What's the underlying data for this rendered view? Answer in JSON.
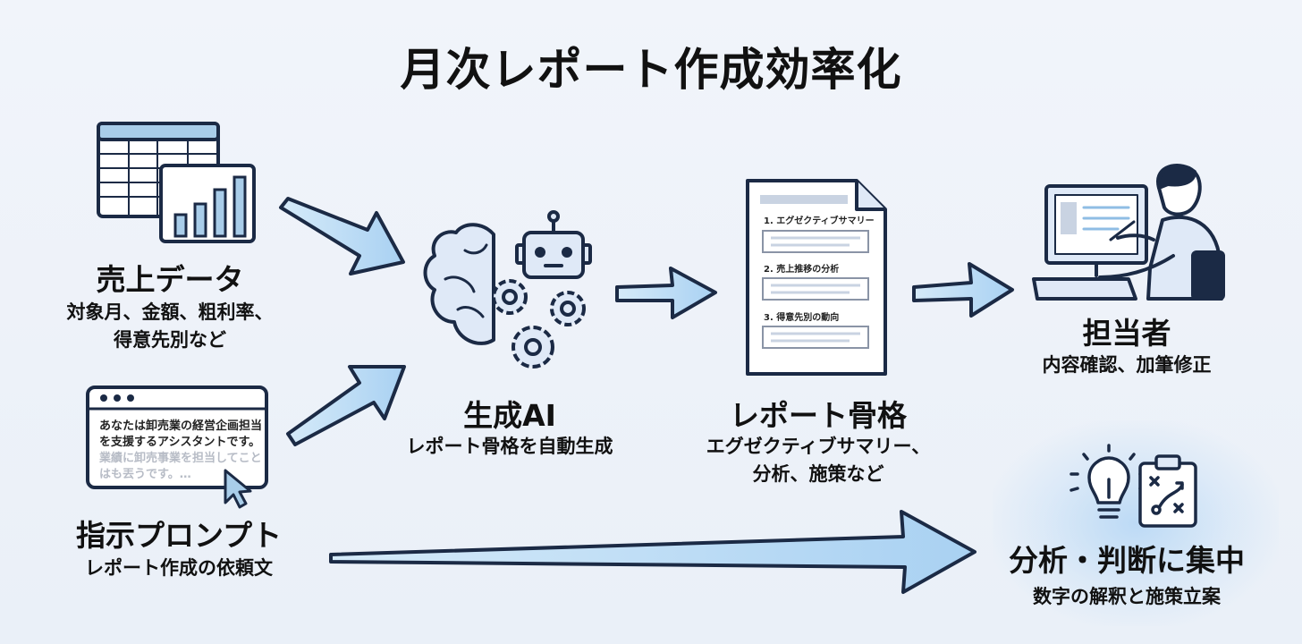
{
  "title": "月次レポート作成効率化",
  "nodes": {
    "sales": {
      "title": "売上データ",
      "desc1": "対象月、金額、粗利率、",
      "desc2": "得意先別など"
    },
    "prompt": {
      "title": "指示プロンプト",
      "desc": "レポート作成の依頼文",
      "lines": [
        "あなたは卸売業の経営企画担当",
        "を支援するアシスタントです。",
        "業績に卸売事業を担当してこと",
        "はも丟うです。…"
      ]
    },
    "ai": {
      "title": "生成AI",
      "desc": "レポート骨格を自動生成"
    },
    "report": {
      "title": "レポート骨格",
      "desc1": "エグゼクティブサマリー、",
      "desc2": "分析、施策など",
      "sections": [
        "1. エグゼクティブサマリー",
        "2. 売上推移の分析",
        "3. 得意先別の動向"
      ]
    },
    "person": {
      "title": "担当者",
      "desc": "内容確認、加筆修正"
    },
    "focus": {
      "title": "分析・判断に集中",
      "desc": "数字の解釈と施策立案"
    }
  },
  "colors": {
    "arrow_fill": "#b9dbf5",
    "stroke": "#1b2a45",
    "icon_fill": "#dfe9f7",
    "bg": "#eef2f8"
  }
}
